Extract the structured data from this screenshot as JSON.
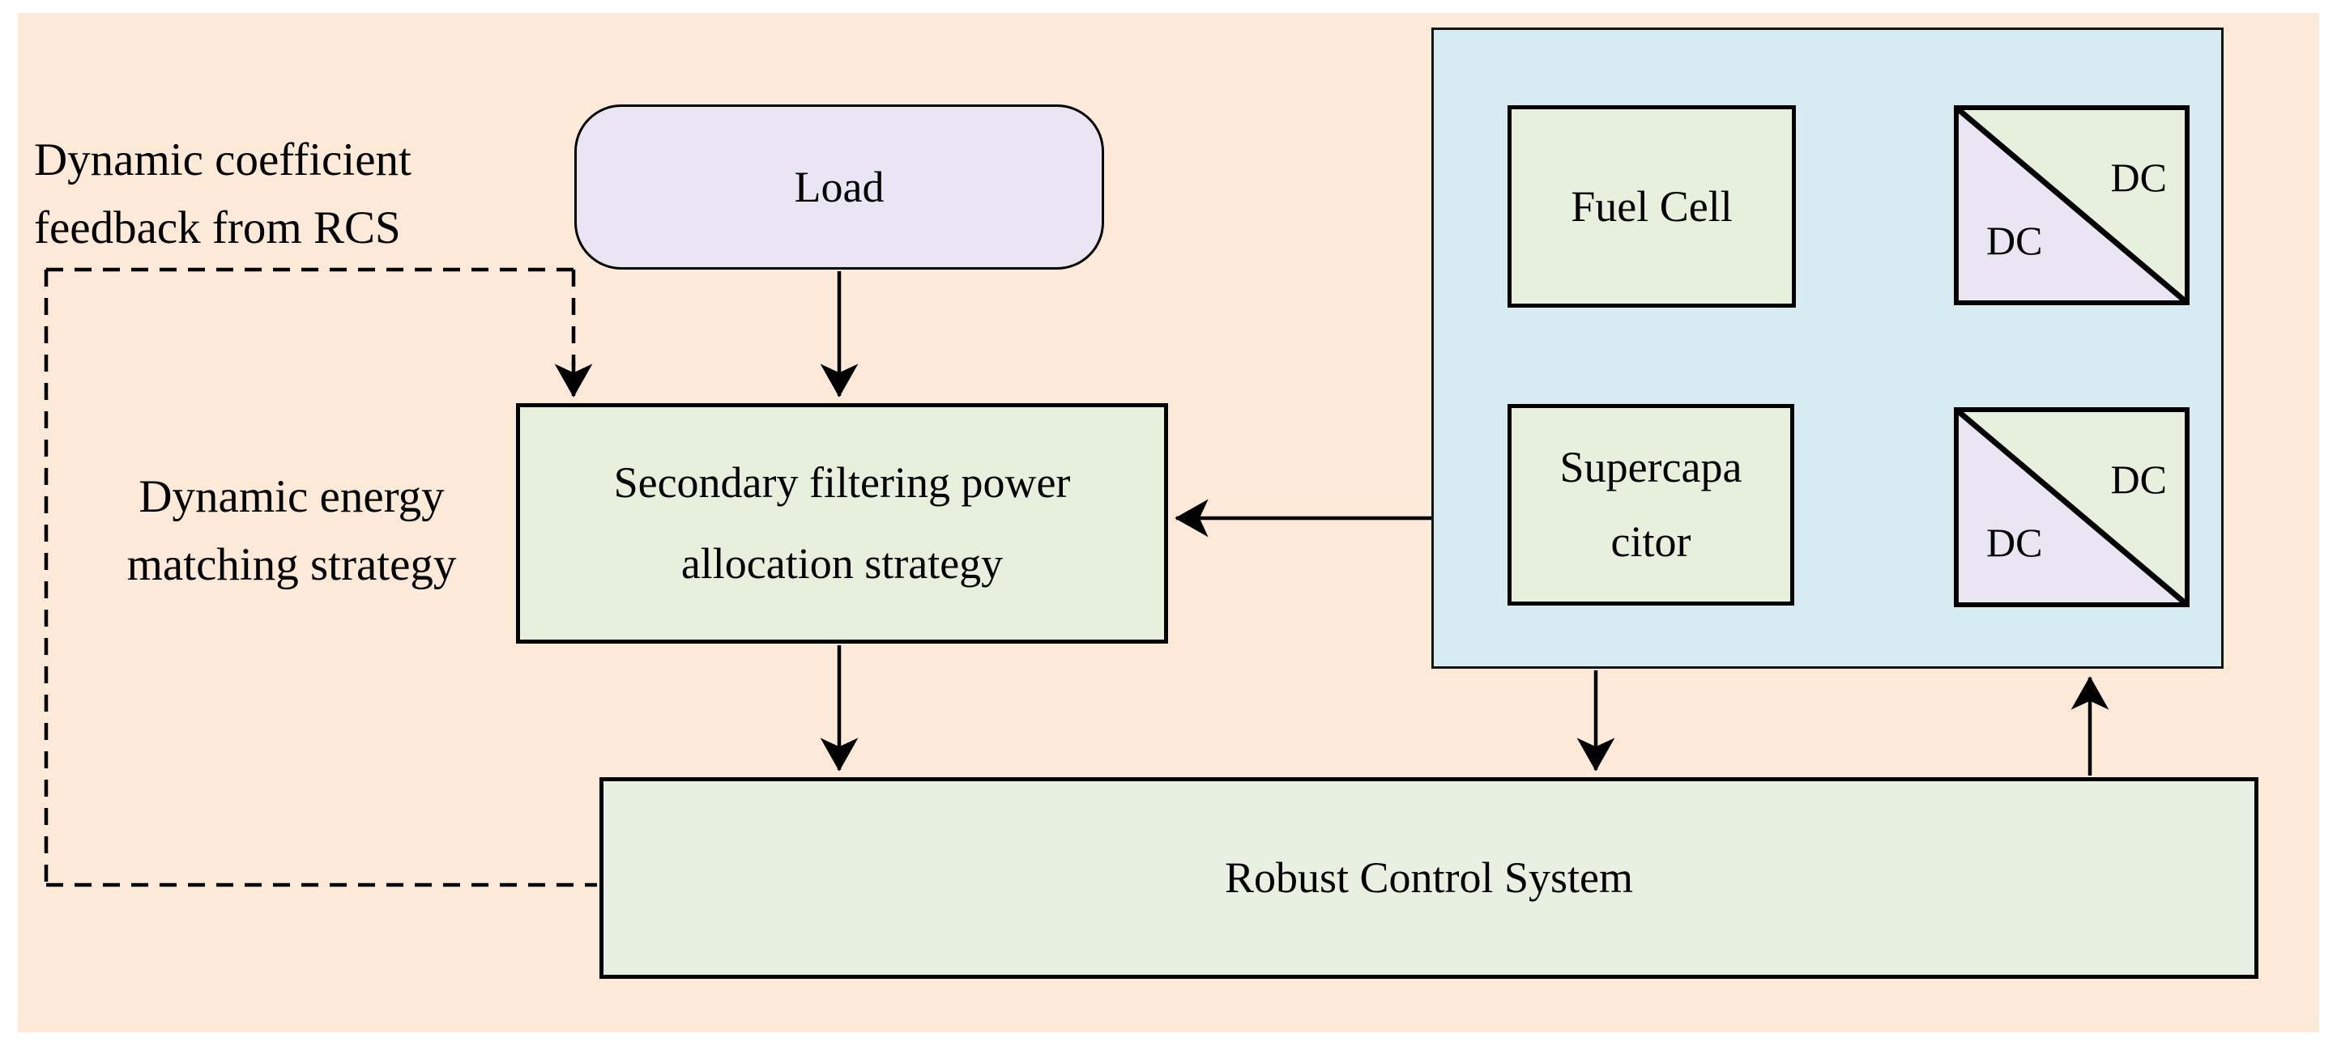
{
  "figure": {
    "type": "block-diagram",
    "description": "Energy management architecture with secondary filtering power allocation and robust control"
  },
  "annotations": {
    "coefficient": {
      "line1": "Dynamic coefficient",
      "line2": "feedback from RCS"
    },
    "energy": {
      "line1": "Dynamic energy",
      "line2": "matching strategy"
    }
  },
  "nodes": {
    "load": {
      "label": "Load"
    },
    "secondary": {
      "line1": "Secondary filtering power",
      "line2": "allocation strategy"
    },
    "fuel_cell": {
      "label": "Fuel Cell"
    },
    "supercapacitor": {
      "line1": "Supercapa",
      "line2": "citor"
    },
    "converter_top": {
      "upper": "DC",
      "lower": "DC"
    },
    "converter_bottom": {
      "upper": "DC",
      "lower": "DC"
    },
    "rcs": {
      "label": "Robust Control System"
    }
  },
  "colors": {
    "background": "#fce9d8",
    "green_box": "#e6f0dc",
    "lavender_box": "#e9e5f2",
    "blue_panel": "#d6ebf2",
    "line": "#000000"
  }
}
